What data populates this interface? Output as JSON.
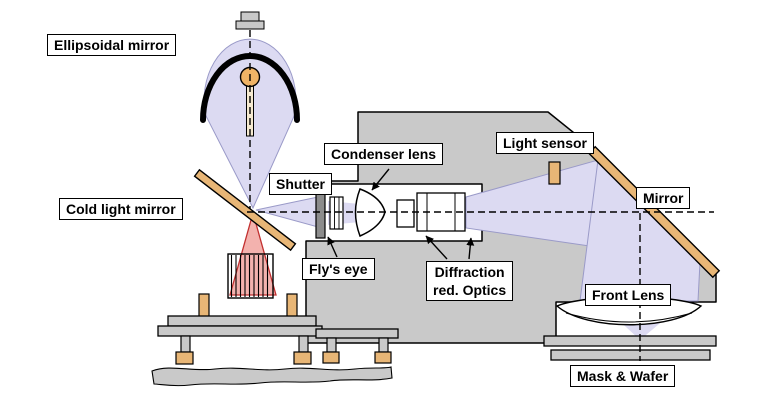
{
  "diagram": {
    "labels": {
      "ellipsoidal_mirror": "Ellipsoidal mirror",
      "cold_light_mirror": "Cold light mirror",
      "shutter": "Shutter",
      "condenser_lens": "Condenser lens",
      "flys_eye": "Fly's eye",
      "diffraction_line1": "Diffraction",
      "diffraction_line2": "red. Optics",
      "light_sensor": "Light sensor",
      "mirror": "Mirror",
      "front_lens": "Front Lens",
      "mask_wafer": "Mask & Wafer"
    },
    "colors": {
      "housing_gray": "#c9c9c9",
      "beam_lavender": "#dcdaf2",
      "heat_red_fill": "#f3b2ae",
      "heat_red_edge": "#c23030",
      "metal_tan": "#e8b676",
      "lamp_orange": "#efb366",
      "shutter_gray": "#8c8c8c",
      "outline_black": "#000000",
      "label_background": "#ffffff"
    }
  }
}
